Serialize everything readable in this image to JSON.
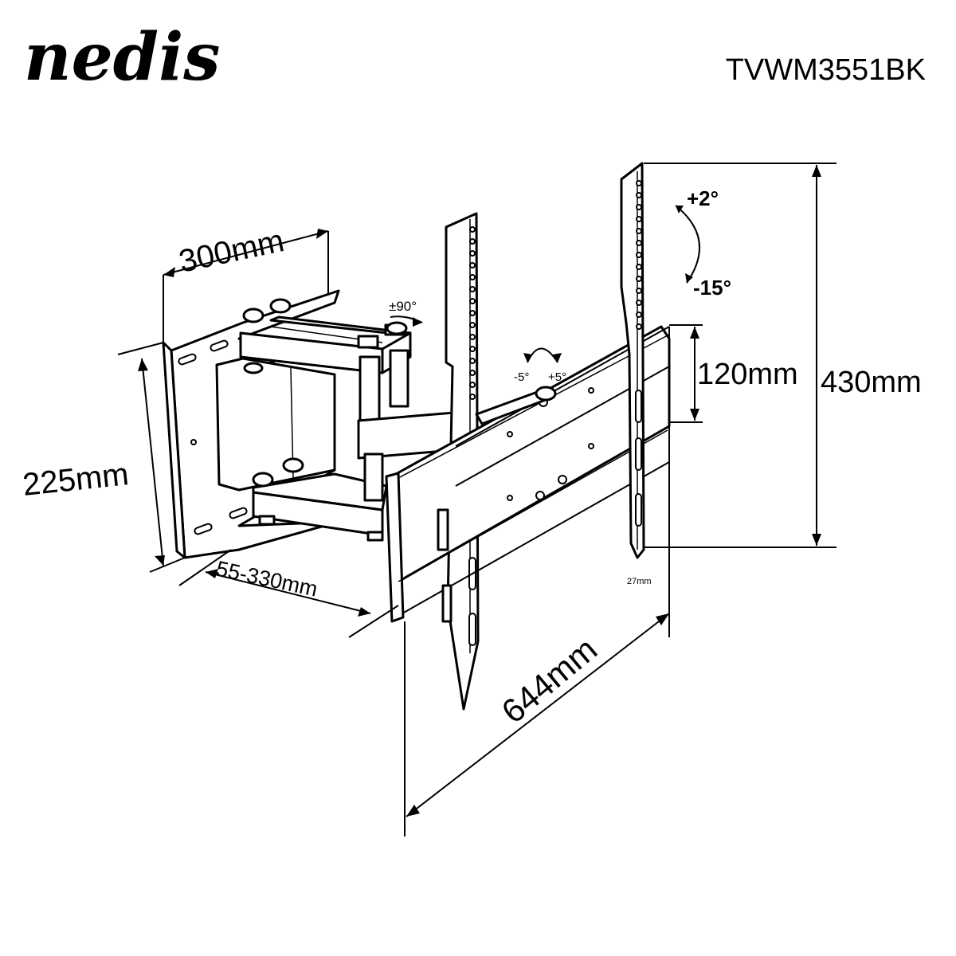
{
  "header": {
    "logo_text": "nedis",
    "model_number": "TVWM3551BK"
  },
  "dimensions": {
    "wall_plate_width": "300mm",
    "wall_plate_height": "225mm",
    "extension": "55-330mm",
    "total_width": "644mm",
    "tv_plate_height": "430mm",
    "horizontal_bar_spacing": "120mm",
    "plate_depth": "27mm"
  },
  "angles": {
    "swivel": "±90°",
    "tilt_up": "+2°",
    "tilt_down": "-15°",
    "level_minus": "-5°",
    "level_plus": "+5°"
  },
  "colors": {
    "ink": "#000000",
    "background": "#ffffff"
  }
}
